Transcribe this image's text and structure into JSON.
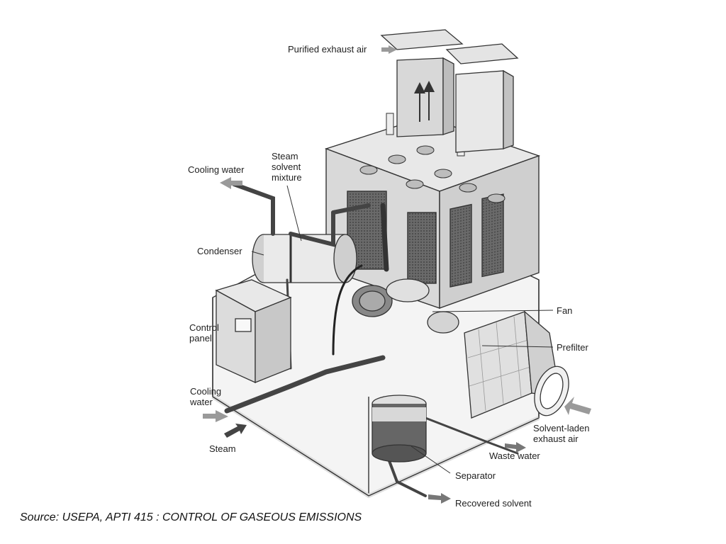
{
  "labels": {
    "purified_exhaust_air": "Purified exhaust air",
    "cooling_water_out": "Cooling water",
    "steam_solvent_mixture": [
      "Steam",
      "solvent",
      "mixture"
    ],
    "condenser": "Condenser",
    "control_panel": [
      "Control",
      "panel"
    ],
    "cooling_water_in": [
      "Cooling",
      "water"
    ],
    "steam": "Steam",
    "fan": "Fan",
    "prefilter": "Prefilter",
    "solvent_laden_exhaust_air": [
      "Solvent-laden",
      "exhaust air"
    ],
    "waste_water": "Waste water",
    "separator": "Separator",
    "recovered_solvent": "Recovered solvent"
  },
  "source": "Source: USEPA, APTI 415 : CONTROL OF GASEOUS EMISSIONS",
  "colors": {
    "line": "#333333",
    "fill_light": "#e6e6e6",
    "fill_mid": "#bdbdbd",
    "fill_dark": "#555555",
    "arrow_gray": "#9a9a9a"
  }
}
